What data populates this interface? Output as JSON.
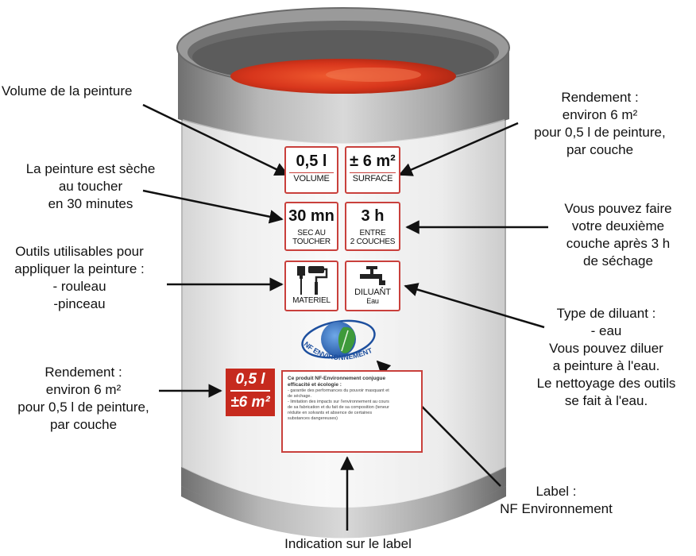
{
  "badges": {
    "volume": {
      "value": "0,5 l",
      "caption": "VOLUME"
    },
    "surface": {
      "value": "± 6 m²",
      "caption": "SURFACE"
    },
    "dry_time": {
      "value": "30 mn",
      "caption_line1": "SEC AU",
      "caption_line2": "TOUCHER"
    },
    "recoat": {
      "value": "3 h",
      "caption_line1": "ENTRE",
      "caption_line2": "2 COUCHES"
    },
    "tools": {
      "caption": "MATERIEL",
      "icon": "brush-roller-icon"
    },
    "thinner": {
      "caption": "DILUANT",
      "sub": "Eau",
      "icon": "faucet-icon"
    }
  },
  "red_badge": {
    "top": "0,5 l",
    "bottom": "±6 m²"
  },
  "eco_logo": {
    "text": "NF ENVIRONNEMENT",
    "icon": "leaf-globe-icon"
  },
  "label_box": {
    "head_line1": "Ce produit NF-Environnement conjugue",
    "head_line2": "efficacité et écologie :",
    "lines": [
      "- garantie des performances du pouvoir masquant et",
      "  de séchage.",
      "- limitation des impacts sur l'environnement au cours",
      "  de sa fabrication et du fait de sa composition (teneur",
      "  réduite en solvants et absence de certaines",
      "  substances dangereuses)"
    ]
  },
  "callouts": {
    "volume": [
      "Volume de la peinture"
    ],
    "dry": [
      "La peinture est sèche",
      "au toucher",
      "en 30 minutes"
    ],
    "tools": [
      "Outils utilisables pour",
      "appliquer la peinture :",
      "- rouleau",
      "-pinceau"
    ],
    "yield_left": [
      "Rendement :",
      "environ 6 m²",
      "pour 0,5 l de peinture,",
      "par couche"
    ],
    "yield_right": [
      "Rendement :",
      "environ 6 m²",
      "pour 0,5 l de peinture,",
      "par couche"
    ],
    "recoat": [
      "Vous pouvez faire",
      "votre deuxième",
      "couche après 3 h",
      "de séchage"
    ],
    "thinner": [
      "Type de diluant :",
      "- eau",
      "Vous pouvez diluer",
      "a peinture à l'eau.",
      "Le nettoyage des outils",
      "se fait à l'eau."
    ],
    "eco_label": [
      "Label :",
      "NF Environnement"
    ],
    "label_indication": [
      "Indication sur le label"
    ]
  },
  "colors": {
    "paint": "#d8361c",
    "badge_border": "#c9403c",
    "red_badge": "#c62a1e",
    "can_rim": "#8a8a8a",
    "nf_blue": "#1d4f9e",
    "leaf_green": "#3e9a3a"
  }
}
